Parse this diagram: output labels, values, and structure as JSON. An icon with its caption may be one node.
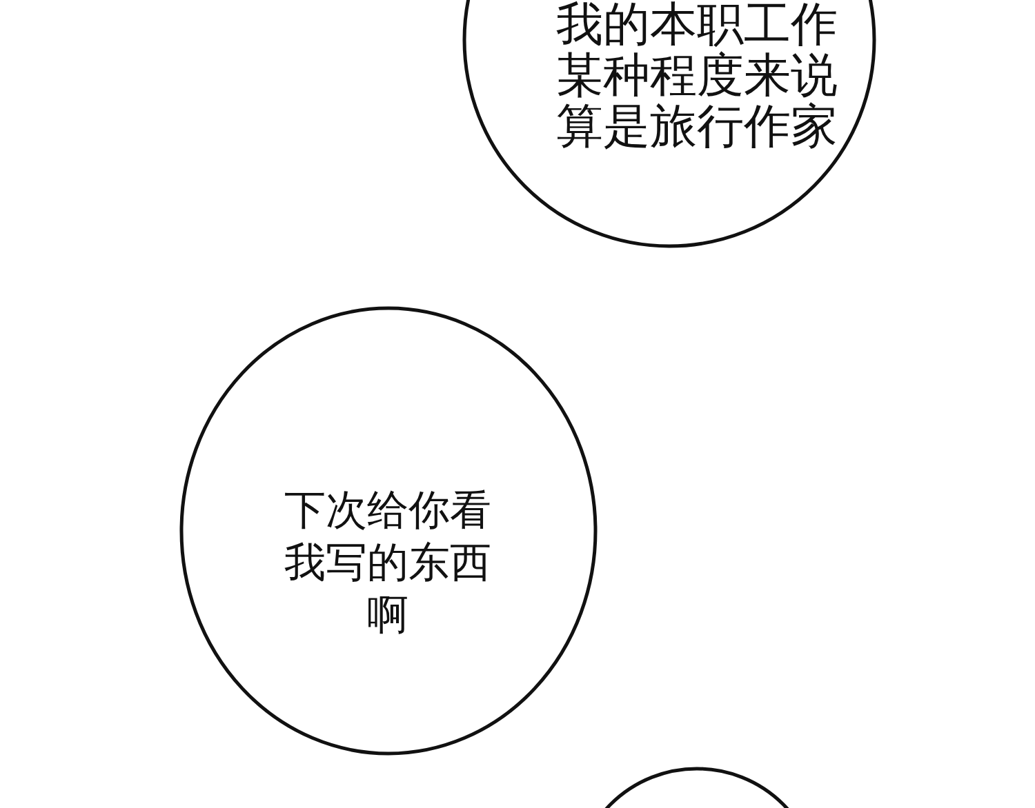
{
  "diagram": {
    "nodes": [
      {
        "text": [
          "我的本职工作某种程度来说算是旅行作家"
        ]
      },
      {
        "text": [
          "下次给你看我写的东西啊"
        ]
      },
      {
        "text": [],
        "shape": "circle"
      }
    ]
  }
}
